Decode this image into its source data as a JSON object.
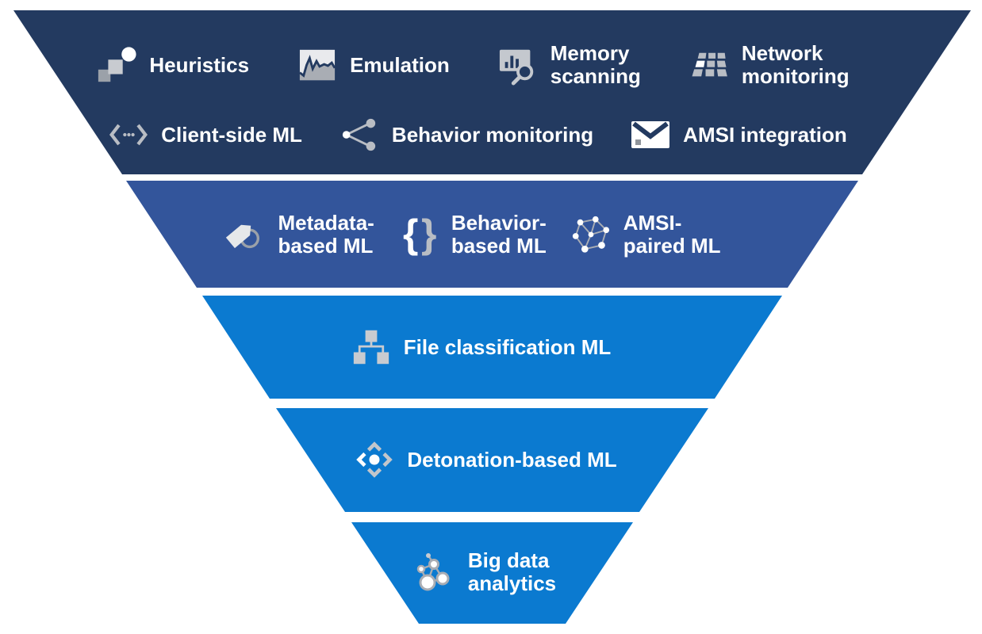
{
  "colors": {
    "background": "#FFFFFF",
    "band1": "#233A60",
    "band2": "#33559B",
    "band3": "#0B7AD0",
    "band4": "#0B7AD0",
    "band5": "#0B7AD0",
    "text": "#FFFFFF",
    "icon_light_gray": "#C6C9CF",
    "icon_mid_gray": "#9BA1A9",
    "icon_white": "#FFFFFF"
  },
  "icons": {
    "left_brace": "{",
    "right_brace": "}"
  },
  "diagram": {
    "type": "inverted-funnel",
    "bands": [
      {
        "name": "band-1",
        "color": "#233A60",
        "rows": [
          {
            "items": [
              {
                "icon": "heuristics-icon",
                "line1": "Heuristics"
              },
              {
                "icon": "emulation-icon",
                "line1": "Emulation"
              },
              {
                "icon": "memory-scanning-icon",
                "line1": "Memory",
                "line2": "scanning"
              },
              {
                "icon": "network-monitoring-icon",
                "line1": "Network",
                "line2": "monitoring"
              }
            ]
          },
          {
            "items": [
              {
                "icon": "client-side-ml-icon",
                "line1": "Client-side ML"
              },
              {
                "icon": "behavior-monitoring-icon",
                "line1": "Behavior monitoring"
              },
              {
                "icon": "amsi-integration-icon",
                "line1": "AMSI integration"
              }
            ]
          }
        ]
      },
      {
        "name": "band-2",
        "color": "#33559B",
        "rows": [
          {
            "items": [
              {
                "icon": "metadata-based-ml-icon",
                "line1": "Metadata-",
                "line2": "based ML"
              },
              {
                "icon": "behavior-based-ml-icon",
                "line1": "Behavior-",
                "line2": "based ML"
              },
              {
                "icon": "amsi-paired-ml-icon",
                "line1": "AMSI-",
                "line2": "paired ML"
              }
            ]
          }
        ]
      },
      {
        "name": "band-3",
        "color": "#0B7AD0",
        "rows": [
          {
            "items": [
              {
                "icon": "file-classification-ml-icon",
                "line1": "File classification ML"
              }
            ]
          }
        ]
      },
      {
        "name": "band-4",
        "color": "#0B7AD0",
        "rows": [
          {
            "items": [
              {
                "icon": "detonation-based-ml-icon",
                "line1": "Detonation-based ML"
              }
            ]
          }
        ]
      },
      {
        "name": "band-5",
        "color": "#0B7AD0",
        "rows": [
          {
            "items": [
              {
                "icon": "big-data-analytics-icon",
                "line1": "Big data",
                "line2": "analytics"
              }
            ]
          }
        ]
      }
    ]
  }
}
